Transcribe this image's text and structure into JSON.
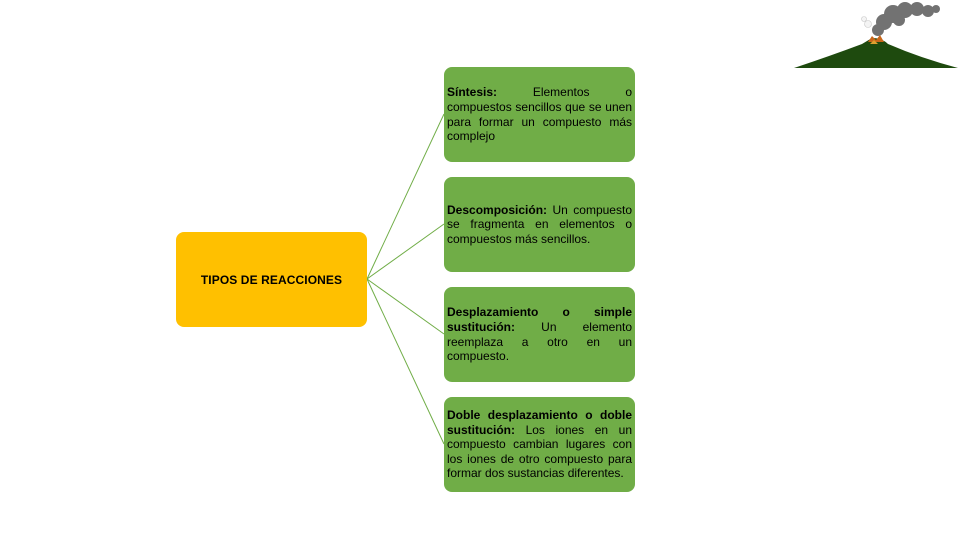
{
  "root": {
    "label": "TIPOS DE REACCIONES"
  },
  "branches": [
    {
      "term": "Síntesis:",
      "description": " Elementos o compuestos sencillos que se unen para formar un compuesto más complejo"
    },
    {
      "term": "Descomposición:",
      "description": " Un compuesto se fragmenta en elementos o compuestos más sencillos."
    },
    {
      "term": "Desplazamiento o simple sustitución:",
      "description": " Un elemento reemplaza a otro en un compuesto."
    },
    {
      "term": "Doble desplazamiento o doble sustitución:",
      "description": " Los iones en un compuesto cambian lugares con los iones de otro compuesto para formar dos sustancias diferentes."
    }
  ],
  "colors": {
    "root_fill": "#ffc000",
    "branch_fill": "#70ad47",
    "connector": "#70ad47",
    "volcano": "#1e4a0e",
    "smoke": "#6b6b6b"
  },
  "icons": {
    "decoration": "volcano-icon"
  }
}
